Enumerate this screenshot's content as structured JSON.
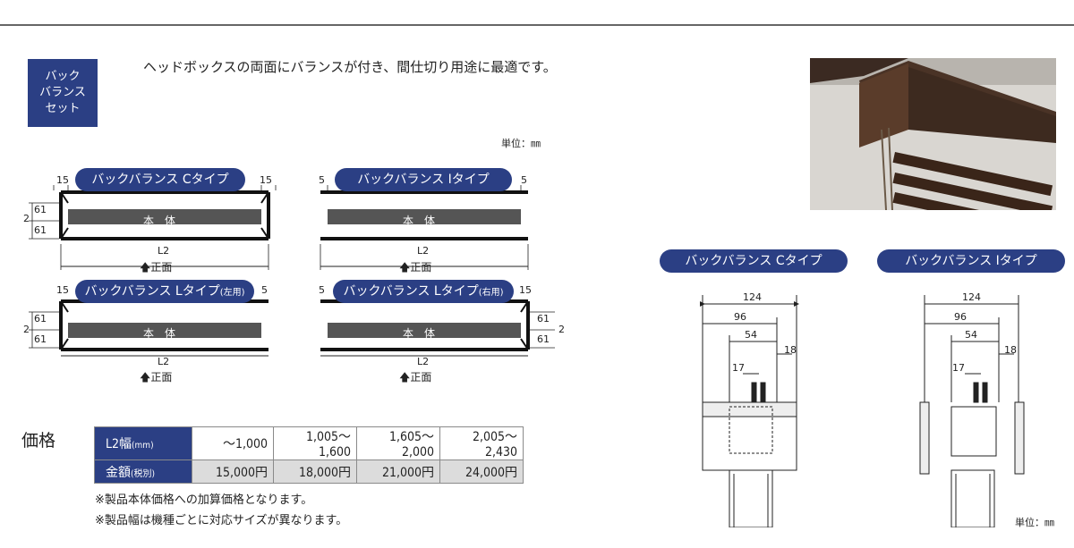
{
  "header": {
    "badge_lines": [
      "バック",
      "バランス",
      "セット"
    ],
    "description": "ヘッドボックスの両面にバランスが付き、間仕切り用途に最適です。"
  },
  "unit_left": "単位：㎜",
  "unit_right": "単位：㎜",
  "diagrams": {
    "c_type": {
      "title": "バックバランス Cタイプ",
      "left_dim": "15",
      "right_dim": "15",
      "height_dims": [
        "61",
        "61"
      ],
      "height_total": "2",
      "body": "本　体",
      "length": "L2",
      "front": "正面"
    },
    "i_type": {
      "title": "バックバランス Iタイプ",
      "left_dim": "5",
      "right_dim": "5",
      "body": "本　体",
      "length": "L2",
      "front": "正面"
    },
    "l_left": {
      "title": "バックバランス Lタイプ",
      "suffix": "(左用)",
      "left_dim": "15",
      "right_dim": "5",
      "height_dims": [
        "61",
        "61"
      ],
      "height_total": "2",
      "body": "本　体",
      "length": "L2",
      "front": "正面"
    },
    "l_right": {
      "title": "バックバランス Lタイプ",
      "suffix": "(右用)",
      "left_dim": "5",
      "right_dim": "15",
      "height_dims": [
        "61",
        "61"
      ],
      "height_total": "2",
      "body": "本　体",
      "length": "L2",
      "front": "正面"
    }
  },
  "sections": {
    "c_type": {
      "title": "バックバランス Cタイプ",
      "dims": [
        "124",
        "96",
        "54",
        "18",
        "17"
      ]
    },
    "i_type": {
      "title": "バックバランス Iタイプ",
      "dims": [
        "124",
        "96",
        "54",
        "18",
        "17"
      ]
    }
  },
  "price": {
    "label": "価格",
    "row1_head": "L2幅",
    "row1_unit": "(mm)",
    "row1": [
      "～1,000",
      "1,005～1,600",
      "1,605～2,000",
      "2,005～2,430"
    ],
    "row2_head": "金額",
    "row2_unit": "(税別)",
    "row2": [
      "15,000円",
      "18,000円",
      "21,000円",
      "24,000円"
    ]
  },
  "notes": [
    "※製品本体価格への加算価格となります。",
    "※製品幅は機種ごとに対応サイズが異なります。"
  ],
  "colors": {
    "accent": "#2b3f84",
    "body_bar": "#555555"
  }
}
